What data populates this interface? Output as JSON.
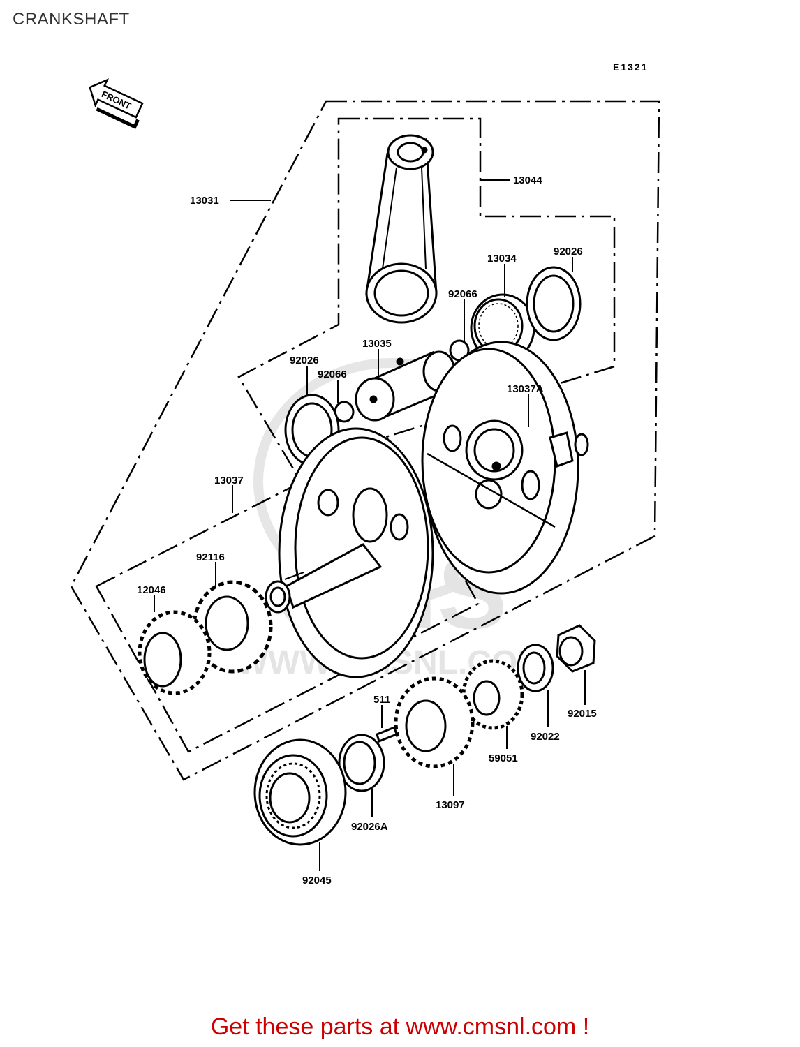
{
  "header": {
    "title": "CRANKSHAFT"
  },
  "diagram": {
    "code": "E1321",
    "front_label": "FRONT",
    "watermark": {
      "brand": "CMS",
      "url": "WWW.CMSNL.COM"
    },
    "parts": {
      "p13044": "13044",
      "p13031": "13031",
      "p13034": "13034",
      "p92026_top": "92026",
      "p92066_right": "92066",
      "p13035": "13035",
      "p92026_left": "92026",
      "p92066_left": "92066",
      "p13037A": "13037A",
      "p13037": "13037",
      "p92116": "92116",
      "p12046": "12046",
      "p511": "511",
      "p92015": "92015",
      "p92022": "92022",
      "p59051": "59051",
      "p13097": "13097",
      "p92026A": "92026A",
      "p92045": "92045"
    }
  },
  "footer": {
    "text": "Get these parts at www.cmsnl.com !"
  },
  "colors": {
    "link": "#cc0000",
    "line": "#000000",
    "watermark": "#cfcfcf"
  }
}
